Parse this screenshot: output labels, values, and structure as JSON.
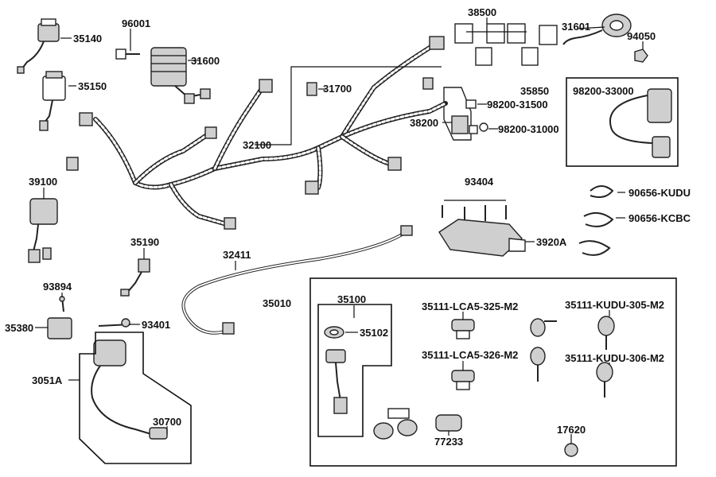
{
  "labels": {
    "p35140": "35140",
    "p96001": "96001",
    "p31600": "31600",
    "p35150": "35150",
    "p38500": "38500",
    "p31601": "31601",
    "p94050": "94050",
    "p31700": "31700",
    "p35850": "35850",
    "p98200_33000": "98200-33000",
    "p98200_31500": "98200-31500",
    "p38200": "38200",
    "p98200_31000": "98200-31000",
    "p32100": "32100",
    "p39100": "39100",
    "p93404": "93404",
    "p90656_kudu": "90656-KUDU",
    "p90656_kcbc": "90656-KCBC",
    "p3920a": "3920A",
    "p35190": "35190",
    "p32411": "32411",
    "p93894": "93894",
    "p35010": "35010",
    "p35100": "35100",
    "p35111_lca5_325": "35111-LCA5-325-M2",
    "p35111_kudu_305": "35111-KUDU-305-M2",
    "p35102": "35102",
    "p35380": "35380",
    "p93401": "93401",
    "p35111_lca5_326": "35111-LCA5-326-M2",
    "p35111_kudu_306": "35111-KUDU-306-M2",
    "p3051a": "3051A",
    "p30700": "30700",
    "p77233": "77233",
    "p17620": "17620"
  },
  "icons": {
    "regulator": "voltage-regulator-icon",
    "harness": "main-wiring-harness-icon",
    "ecu": "ecu-icon",
    "ignition_coil": "ignition-coil-icon",
    "key": "key-icon"
  }
}
